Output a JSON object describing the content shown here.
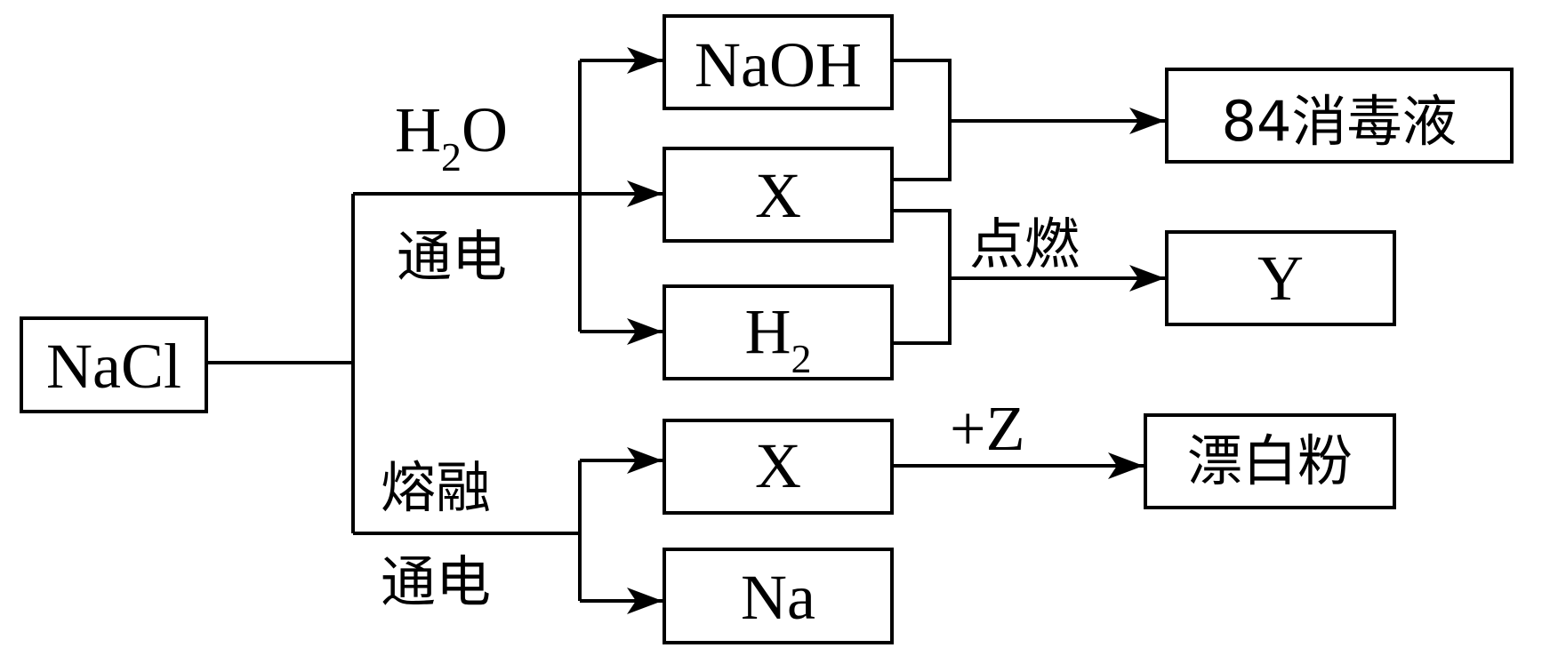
{
  "nodes": {
    "nacl": "NaCl",
    "naoh": "NaOH",
    "x_top": "X",
    "h2_main": "H",
    "h2_sub": "2",
    "x_bottom": "X",
    "na": "Na",
    "disinfectant": "84消毒液",
    "y": "Y",
    "bleach": "漂白粉"
  },
  "labels": {
    "water_main": "H",
    "water_sub": "2",
    "water_end": "O",
    "electrolysis_top": "通电",
    "melt": "熔融",
    "electrolysis_bottom": "通电",
    "ignite": "点燃",
    "plus_z": "+Z"
  }
}
